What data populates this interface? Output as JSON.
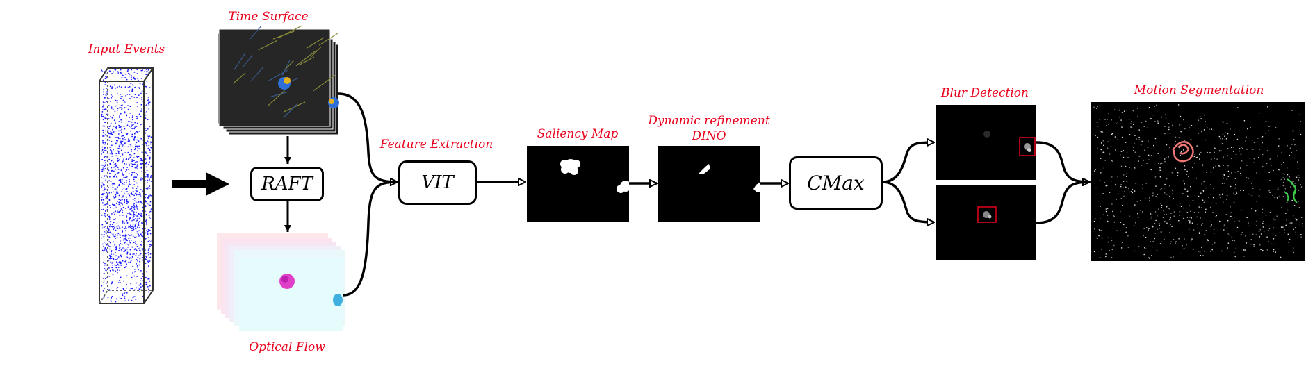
{
  "labels": {
    "input_events": "Input Events",
    "time_surface": "Time Surface",
    "optical_flow": "Optical Flow",
    "feature_extraction": "Feature Extraction",
    "saliency_map": "Saliency Map",
    "dynamic_refinement_line1": "Dynamic refinement",
    "dynamic_refinement_line2": "DINO",
    "blur_detection": "Blur Detection",
    "motion_segmentation": "Motion Segmentation"
  },
  "blocks": {
    "raft": "RAFT",
    "vit": "VIT",
    "cmax": "CMax"
  },
  "colors": {
    "label": "#e8001c",
    "events": "#1a1aff",
    "panel_bg": "#000000",
    "detection_box": "#e8001c"
  }
}
